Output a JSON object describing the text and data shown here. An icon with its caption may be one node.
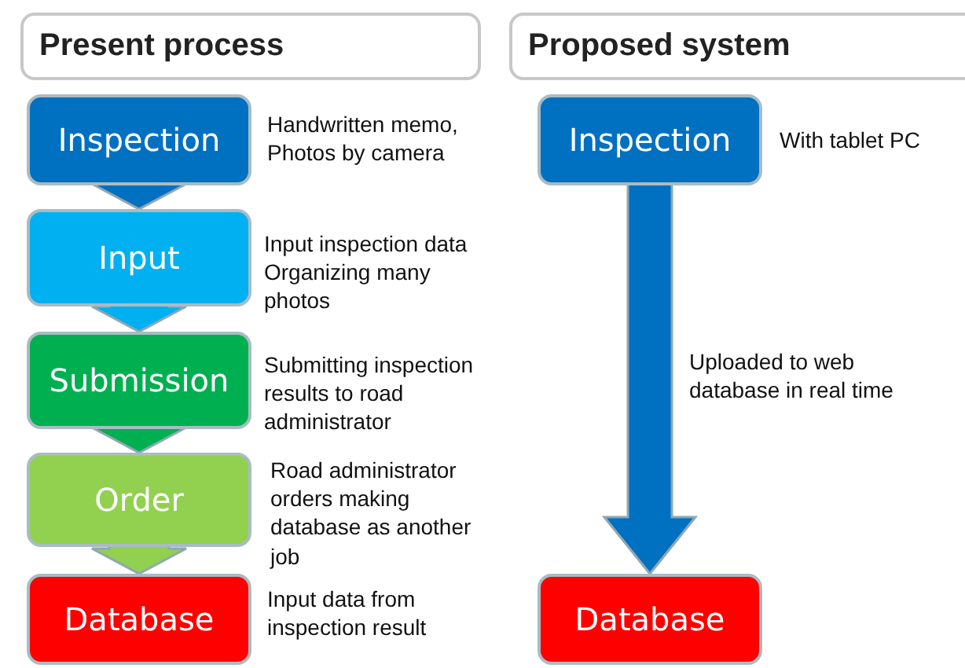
{
  "diagram": {
    "nodes": [
      {
        "text": [
          "Present process"
        ]
      },
      {
        "text": [
          "Proposed system"
        ]
      },
      {
        "text": [
          "Inspection"
        ],
        "beside": [
          "Handwritten memo, Photos by camera"
        ]
      },
      {
        "text": [
          "Input"
        ],
        "beside": [
          "Input inspection data Organizing many photos"
        ]
      },
      {
        "text": [
          "Submission"
        ],
        "beside": [
          "Submitting inspection results to road administrator"
        ]
      },
      {
        "text": [
          "Order"
        ],
        "beside": [
          "Road administrator orders making database as another job"
        ]
      },
      {
        "text": [
          "Database"
        ],
        "beside": [
          "Input data from inspection result"
        ]
      },
      {
        "text": [
          "Inspection"
        ],
        "beside": [
          "With tablet PC"
        ]
      },
      {
        "text": [
          "Database"
        ]
      }
    ],
    "edges": [
      {
        "from": 2,
        "to": 3,
        "arrow": "to",
        "color": "#0070c0"
      },
      {
        "from": 3,
        "to": 4,
        "arrow": "to",
        "color": "#00b0f0"
      },
      {
        "from": 4,
        "to": 5,
        "arrow": "to",
        "color": "#00b050"
      },
      {
        "from": 5,
        "to": 6,
        "arrow": "to",
        "color": "#92d050"
      },
      {
        "from": 7,
        "to": 8,
        "arrow": "to",
        "color": "#0070c0",
        "label": "Uploaded to web database in real time"
      }
    ]
  }
}
